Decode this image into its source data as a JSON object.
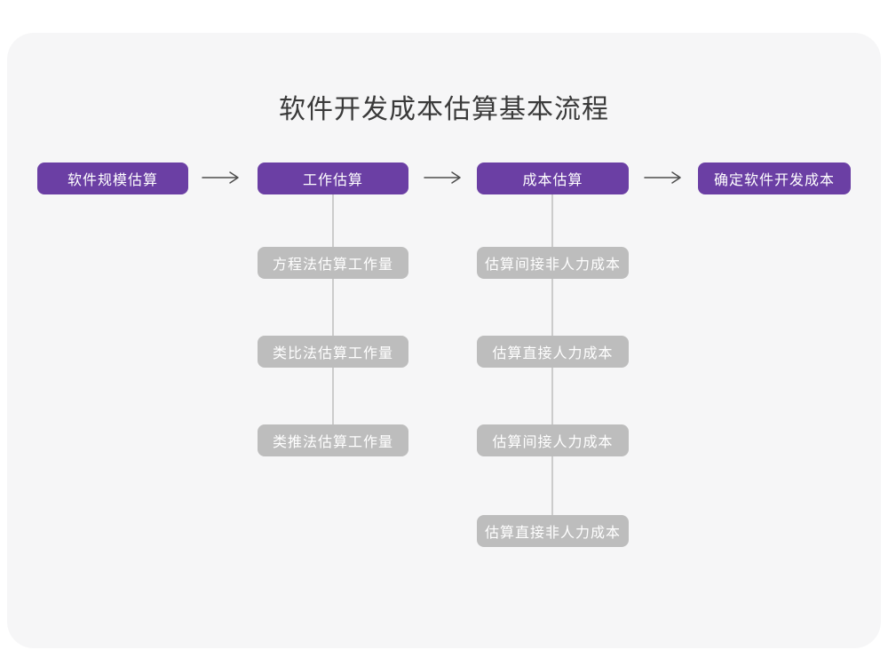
{
  "title": "软件开发成本估算基本流程",
  "flow": {
    "stages": [
      {
        "label": "软件规模估算",
        "substeps": []
      },
      {
        "label": "工作估算",
        "substeps": [
          "方程法估算工作量",
          "类比法估算工作量",
          "类推法估算工作量"
        ]
      },
      {
        "label": "成本估算",
        "substeps": [
          "估算间接非人力成本",
          "估算直接人力成本",
          "估算间接人力成本",
          "估算直接非人力成本"
        ]
      },
      {
        "label": "确定软件开发成本",
        "substeps": []
      }
    ]
  },
  "colors": {
    "stage_bg": "#6B3FA4",
    "substep_bg": "#BDBDBD",
    "card_bg": "#F6F6F7",
    "connector": "#CCCCCC",
    "arrow": "#4D4D4D",
    "title_color": "#3A3A3A"
  }
}
